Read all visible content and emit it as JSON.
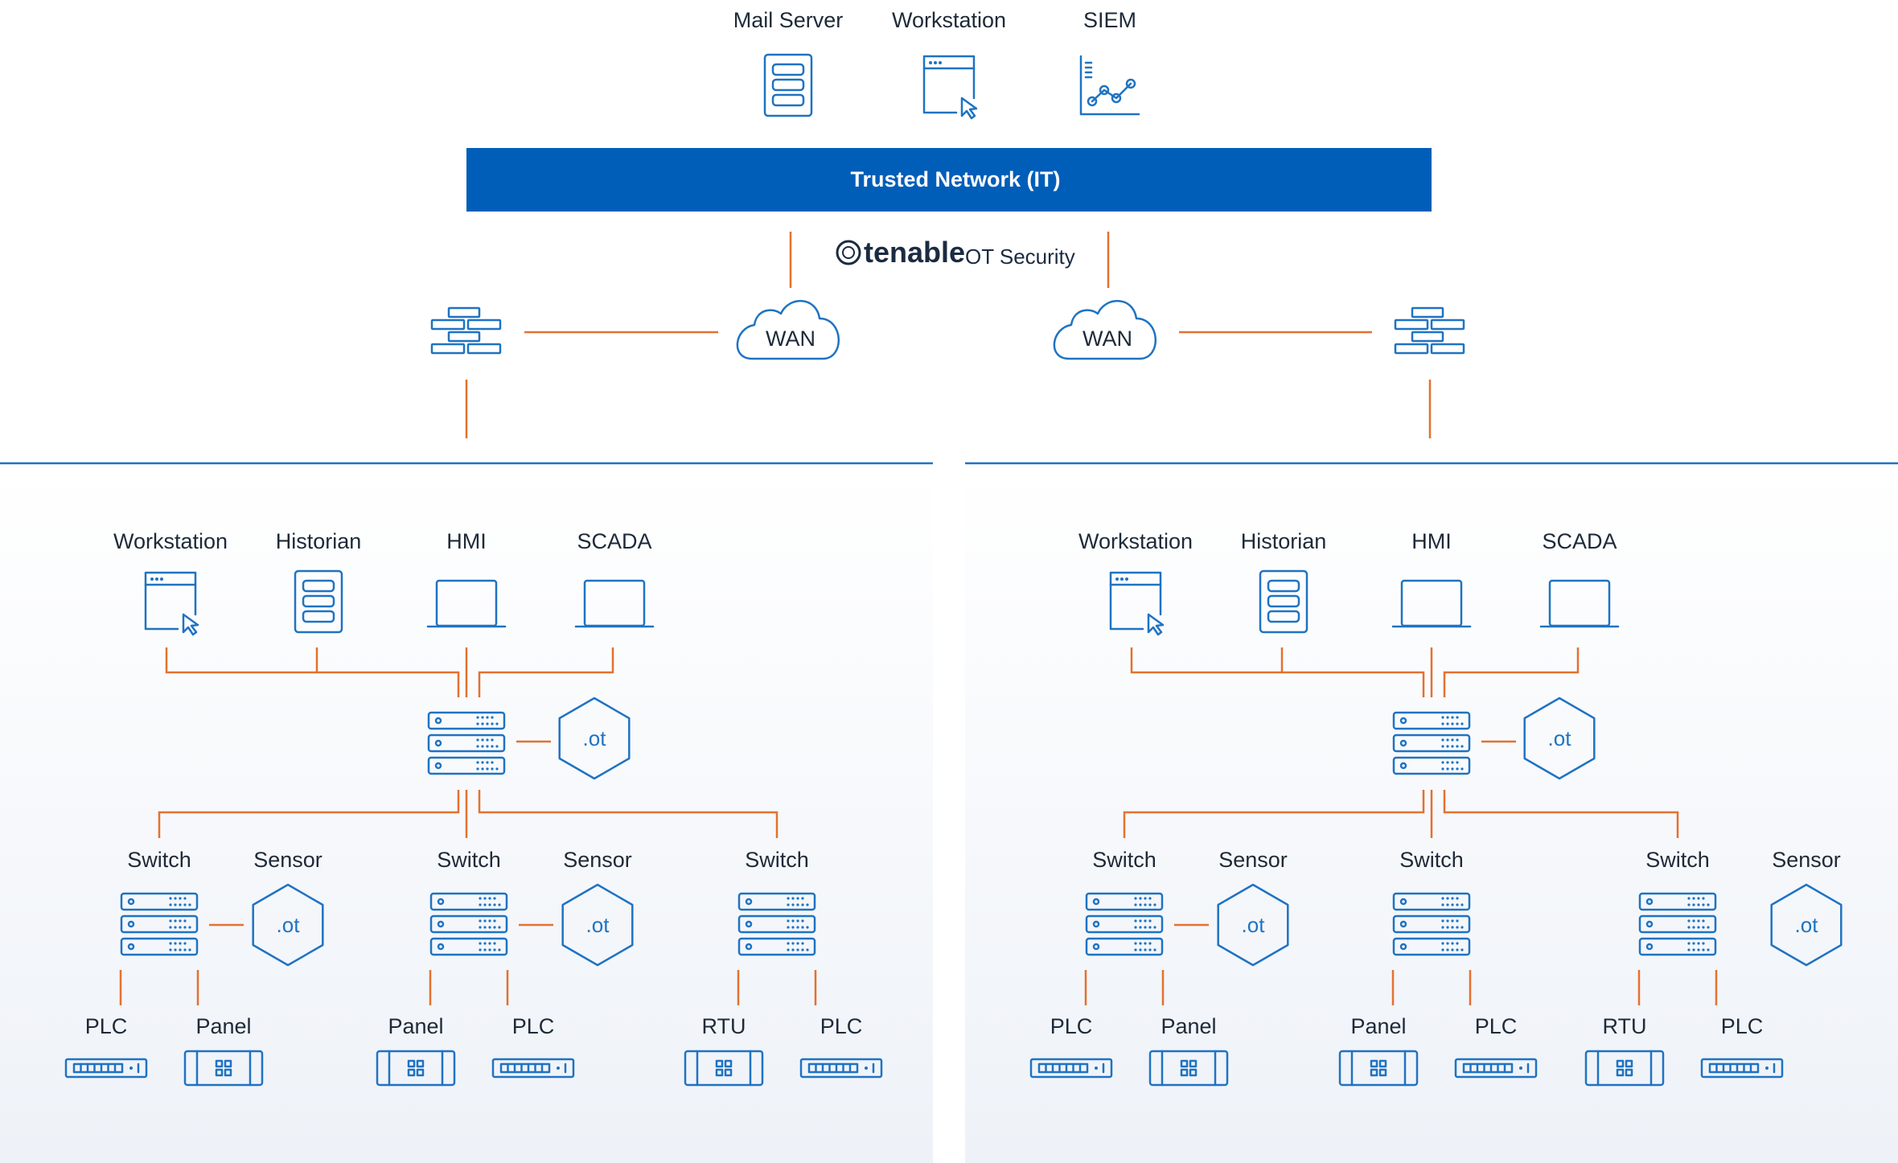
{
  "trusted_network": {
    "devices": [
      {
        "label": "Mail Server",
        "icon": "server-icon"
      },
      {
        "label": "Workstation",
        "icon": "workstation-icon"
      },
      {
        "label": "SIEM",
        "icon": "siem-chart-icon"
      }
    ],
    "banner_label": "Trusted Network (IT)"
  },
  "brand": {
    "name": "tenable",
    "product": "OT Security",
    "logo_icon": "tenable-logo-icon"
  },
  "wan": {
    "left_label": "WAN",
    "right_label": "WAN"
  },
  "sites": [
    {
      "top_devices": [
        {
          "label": "Workstation",
          "icon": "workstation-icon"
        },
        {
          "label": "Historian",
          "icon": "server-icon"
        },
        {
          "label": "HMI",
          "icon": "laptop-icon"
        },
        {
          "label": "SCADA",
          "icon": "laptop-icon"
        }
      ],
      "core_sensor_label": ".ot",
      "groups": [
        {
          "switch_label": "Switch",
          "sensor_label": "Sensor",
          "sensor_text": ".ot",
          "sensor_connected": true,
          "devices": [
            {
              "label": "PLC",
              "icon": "plc-icon"
            },
            {
              "label": "Panel",
              "icon": "panel-icon"
            }
          ]
        },
        {
          "switch_label": "Switch",
          "sensor_label": "Sensor",
          "sensor_text": ".ot",
          "sensor_connected": true,
          "devices": [
            {
              "label": "Panel",
              "icon": "panel-icon"
            },
            {
              "label": "PLC",
              "icon": "plc-icon"
            }
          ]
        },
        {
          "switch_label": "Switch",
          "sensor_label": "",
          "sensor_text": "",
          "sensor_connected": false,
          "devices": [
            {
              "label": "RTU",
              "icon": "panel-icon"
            },
            {
              "label": "PLC",
              "icon": "plc-icon"
            }
          ]
        }
      ]
    },
    {
      "top_devices": [
        {
          "label": "Workstation",
          "icon": "workstation-icon"
        },
        {
          "label": "Historian",
          "icon": "server-icon"
        },
        {
          "label": "HMI",
          "icon": "laptop-icon"
        },
        {
          "label": "SCADA",
          "icon": "laptop-icon"
        }
      ],
      "core_sensor_label": ".ot",
      "groups": [
        {
          "switch_label": "Switch",
          "sensor_label": "Sensor",
          "sensor_text": ".ot",
          "sensor_connected": true,
          "devices": [
            {
              "label": "PLC",
              "icon": "plc-icon"
            },
            {
              "label": "Panel",
              "icon": "panel-icon"
            }
          ]
        },
        {
          "switch_label": "Switch",
          "sensor_label": "",
          "sensor_text": "",
          "sensor_connected": false,
          "devices": [
            {
              "label": "Panel",
              "icon": "panel-icon"
            },
            {
              "label": "PLC",
              "icon": "plc-icon"
            }
          ]
        },
        {
          "switch_label": "Switch",
          "sensor_label": "Sensor",
          "sensor_text": ".ot",
          "sensor_connected": false,
          "devices": [
            {
              "label": "RTU",
              "icon": "panel-icon"
            },
            {
              "label": "PLC",
              "icon": "plc-icon"
            }
          ]
        }
      ]
    }
  ],
  "colors": {
    "banner": "#005eb8",
    "icon_stroke": "#1f73c2",
    "connector": "#e4712f",
    "label_text": "#1e2a38",
    "site_gradient_bottom": "#eef2f8"
  }
}
